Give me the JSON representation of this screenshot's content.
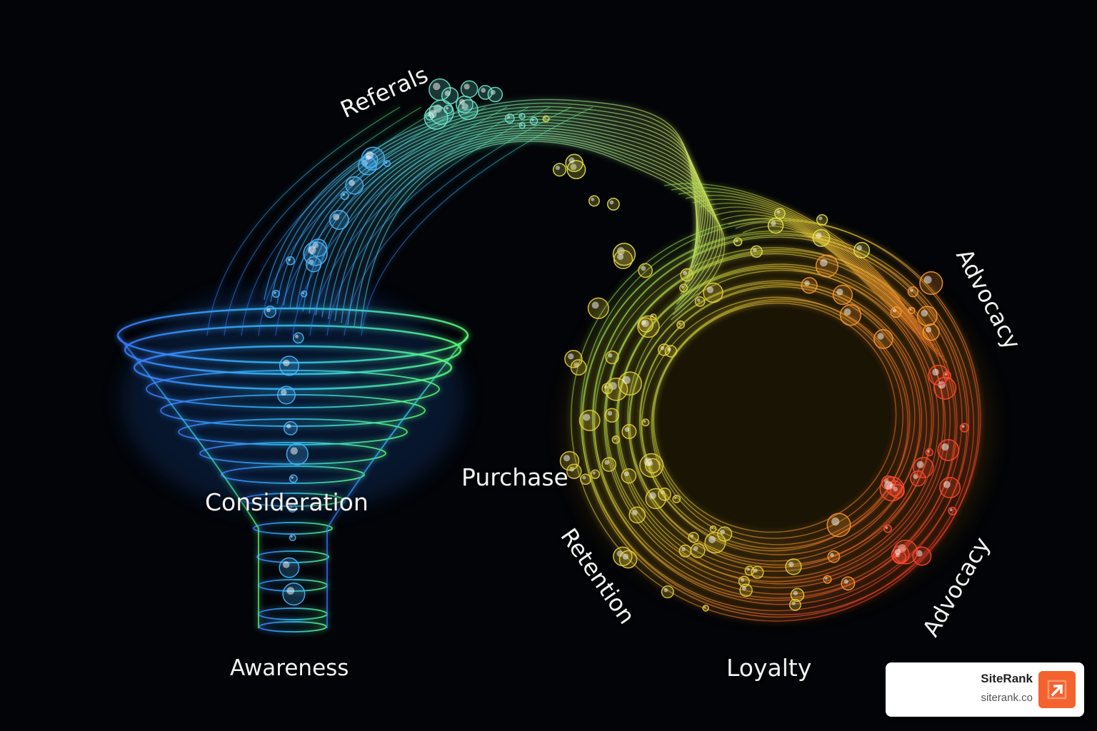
{
  "diagram": {
    "labels": {
      "referals": "Referals",
      "consideration": "Consideration",
      "awareness": "Awareness",
      "purchase": "Purchase",
      "retention": "Retention",
      "loyalty": "Loyalty",
      "advocacy_top": "Advocacy",
      "advocacy_bottom": "Advocacy"
    },
    "colors": {
      "background": "#030407",
      "funnel": "#4aa8ff",
      "stream_start": "#3fc8ff",
      "stream_mid": "#cfe84a",
      "loop_yellow": "#e8d23a",
      "loop_orange": "#ff8a2a",
      "loop_red": "#ff3b2e"
    }
  },
  "badge": {
    "name": "SiteRank",
    "url": "siterank.co",
    "icon": "arrow-up-right-icon",
    "color": "#f4622e"
  }
}
